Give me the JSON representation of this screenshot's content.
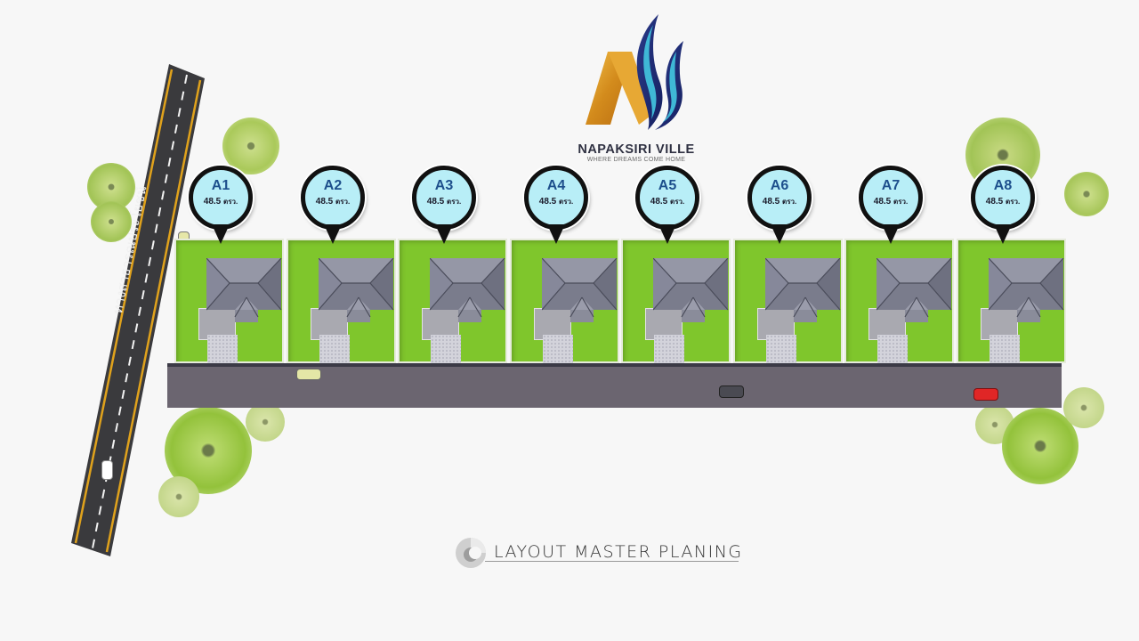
{
  "brand": {
    "name": "NAPAKSIRI VILLE",
    "tagline": "WHERE DREAMS COME HOME",
    "colors": {
      "gold": "#d89a2a",
      "navy": "#1d2a6b",
      "cyan": "#3fb8d6"
    }
  },
  "public_road": {
    "label": "ทางสาธารณประโยชน์"
  },
  "lots": [
    {
      "id": "A1",
      "area": "48.5",
      "unit": "ตรว."
    },
    {
      "id": "A2",
      "area": "48.5",
      "unit": "ตรว."
    },
    {
      "id": "A3",
      "area": "48.5",
      "unit": "ตรว."
    },
    {
      "id": "A4",
      "area": "48.5",
      "unit": "ตรว."
    },
    {
      "id": "A5",
      "area": "48.5",
      "unit": "ตรว."
    },
    {
      "id": "A6",
      "area": "48.5",
      "unit": "ตรว."
    },
    {
      "id": "A7",
      "area": "48.5",
      "unit": "ตรว."
    },
    {
      "id": "A8",
      "area": "48.5",
      "unit": "ตรว."
    }
  ],
  "footer": {
    "title": "LAYOUT MASTER PLANING"
  },
  "colors": {
    "lawn": "#7fc62c",
    "pin_fill": "#b8eef7",
    "pin_text": "#1d4f8c",
    "road": "#3a3a3d",
    "inner_road": "#6b6570"
  }
}
